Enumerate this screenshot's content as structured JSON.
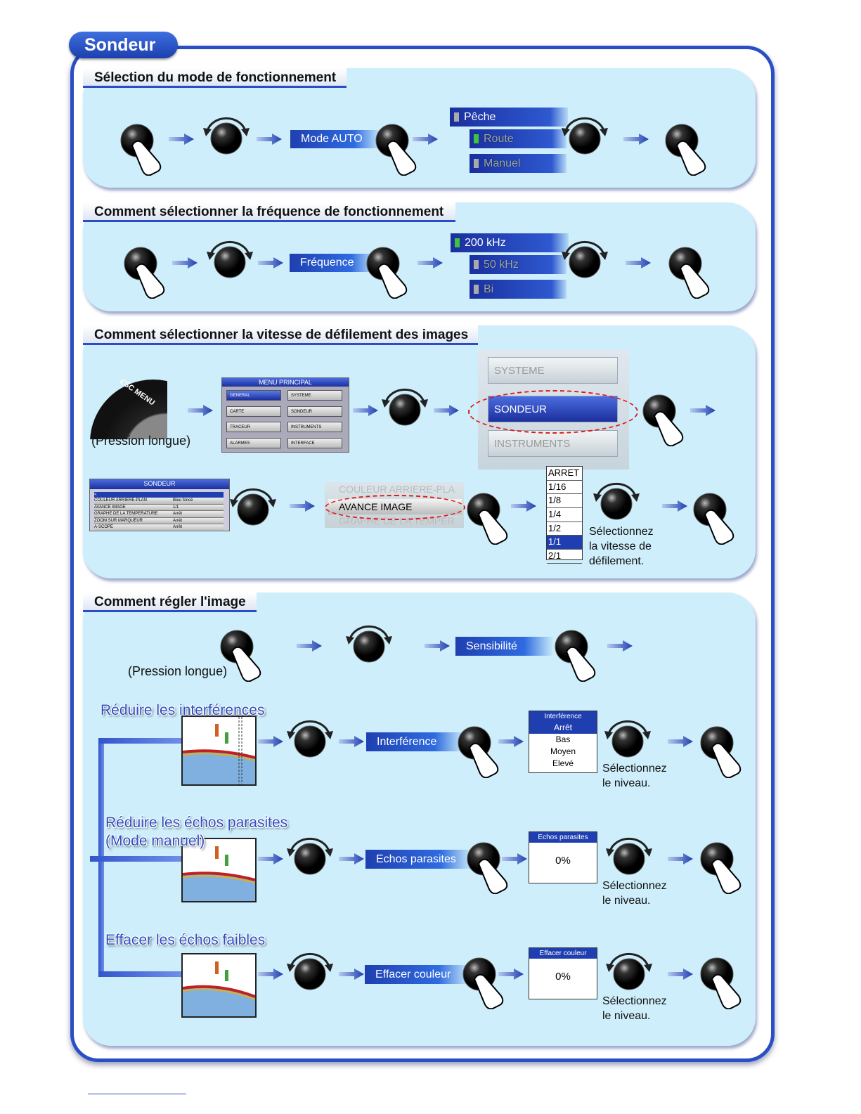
{
  "title": "Sondeur",
  "sections": {
    "mode": {
      "heading": "Sélection du mode de fonctionnement",
      "button": "Mode AUTO",
      "options": [
        "Pêche",
        "Route",
        "Manuel"
      ]
    },
    "freq": {
      "heading": "Comment sélectionner la fréquence de fonctionnement",
      "button": "Fréquence",
      "options": [
        "200 kHz",
        "50 kHz",
        "Bi"
      ]
    },
    "scroll": {
      "heading": "Comment sélectionner la vitesse de défilement des images",
      "esc_label": "ESC MENU",
      "long_press": "(Pression longue)",
      "menu_principal": {
        "title": "MENU PRINCIPAL",
        "items": [
          "GENERAL",
          "SYSTEME",
          "CARTE",
          "SONDEUR",
          "TRACEUR",
          "INSTRUMENTS",
          "ALARMES",
          "INTERFACE"
        ]
      },
      "submenu": [
        "SYSTEME",
        "SONDEUR",
        "INSTRUMENTS"
      ],
      "sondeur_menu": {
        "title": "SONDEUR",
        "back": "<",
        "rows": [
          [
            "COULEUR ARRIERE-PLAN",
            "Bleu foncé"
          ],
          [
            "AVANCE IMAGE",
            "1/1"
          ],
          [
            "GRAPHE DE LA TEMPERATURE",
            "Arrêt"
          ],
          [
            "ZOOM SUR MARQUEUR",
            "Arrêt"
          ],
          [
            "A-SCOPE",
            "Arrêt"
          ]
        ]
      },
      "list_zoom": [
        "COULEUR ARRIERE-PLA",
        "AVANCE IMAGE",
        "GRAPHE DE LA TEMPER"
      ],
      "speeds": [
        "ARRET",
        "1/16",
        "1/8",
        "1/4",
        "1/2",
        "1/1",
        "2/1"
      ],
      "selected_speed": "1/1",
      "hint": [
        "Sélectionnez",
        "la vitesse de",
        "défilement."
      ]
    },
    "image": {
      "heading": "Comment régler l'image",
      "long_press": "(Pression longue)",
      "button": "Sensibilité",
      "rows": [
        {
          "title": [
            "Réduire les interférences"
          ],
          "button": "Interférence",
          "box_title": "Interférence",
          "items": [
            "Arrêt",
            "Bas",
            "Moyen",
            "Elevé"
          ],
          "hint": [
            "Sélectionnez",
            "le niveau."
          ]
        },
        {
          "title": [
            "Réduire les échos parasites",
            "(Mode manuel)"
          ],
          "button": "Echos parasites",
          "box_title": "Echos parasites",
          "value": "0%",
          "hint": [
            "Sélectionnez",
            "le niveau."
          ]
        },
        {
          "title": [
            "Effacer les échos faibles"
          ],
          "button": "Effacer couleur",
          "box_title": "Effacer couleur",
          "value": "0%",
          "hint": [
            "Sélectionnez",
            "le niveau."
          ]
        }
      ]
    }
  },
  "colors": {
    "accent": "#2a4fc4",
    "panel": "#cdeefa",
    "selected": "#1f3fb0"
  }
}
